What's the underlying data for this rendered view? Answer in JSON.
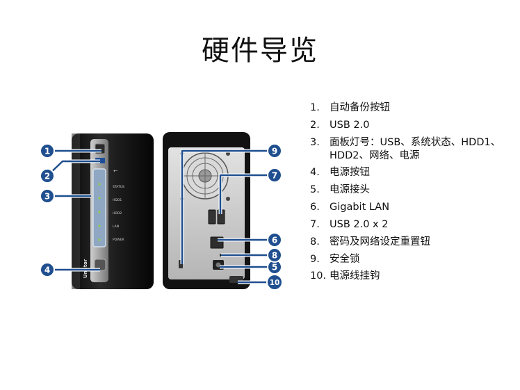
{
  "page": {
    "title": "硬件导览"
  },
  "front_panel": {
    "labels": [
      "STATUS",
      "HDD1",
      "HDD2",
      "LAN",
      "POWER"
    ],
    "brand": "UnStor"
  },
  "callouts": [
    "1",
    "2",
    "3",
    "4",
    "5",
    "6",
    "7",
    "8",
    "9",
    "10"
  ],
  "specs": [
    {
      "num": "1.",
      "text": "自动备份按钮"
    },
    {
      "num": "2.",
      "text": "USB 2.0"
    },
    {
      "num": "3.",
      "text": "面板灯号：USB、系统状态、HDD1、HDD2、网络、电源"
    },
    {
      "num": "4.",
      "text": "电源按钮"
    },
    {
      "num": "5.",
      "text": "电源接头"
    },
    {
      "num": "6.",
      "text": "Gigabit LAN"
    },
    {
      "num": "7.",
      "text": "USB 2.0 x 2"
    },
    {
      "num": "8.",
      "text": "密码及网络设定重置钮"
    },
    {
      "num": "9.",
      "text": "安全锁"
    },
    {
      "num": "10.",
      "text": "电源线挂钩"
    }
  ],
  "colors": {
    "callout_blue": "#1f4f8f",
    "device_black": "#141414"
  }
}
